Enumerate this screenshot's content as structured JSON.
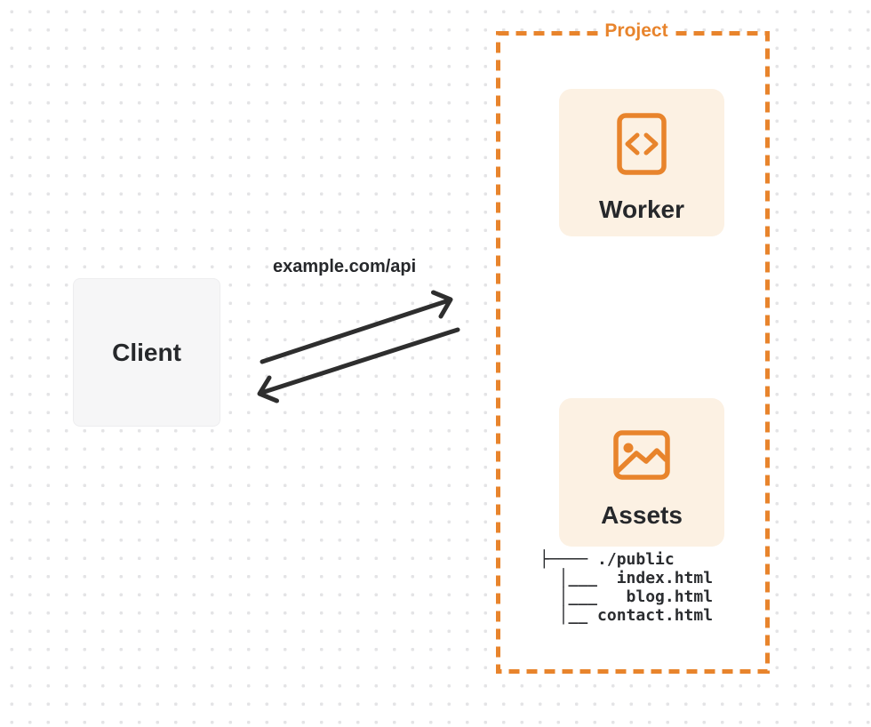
{
  "client": {
    "label": "Client"
  },
  "request_label": "example.com/api",
  "project": {
    "label": "Project",
    "worker": {
      "label": "Worker",
      "icon": "code-file-icon"
    },
    "assets": {
      "label": "Assets",
      "icon": "image-icon"
    },
    "file_tree": [
      "├──── ./public",
      "  │___  index.html",
      "  │___   blog.html",
      "  │__ contact.html"
    ]
  },
  "colors": {
    "orange": "#E8842C",
    "panel_fill": "#FCF1E3",
    "client_fill": "#F6F6F7",
    "ink": "#26282B",
    "arrow": "#2E2E2E",
    "dot": "#E4E4E6"
  }
}
